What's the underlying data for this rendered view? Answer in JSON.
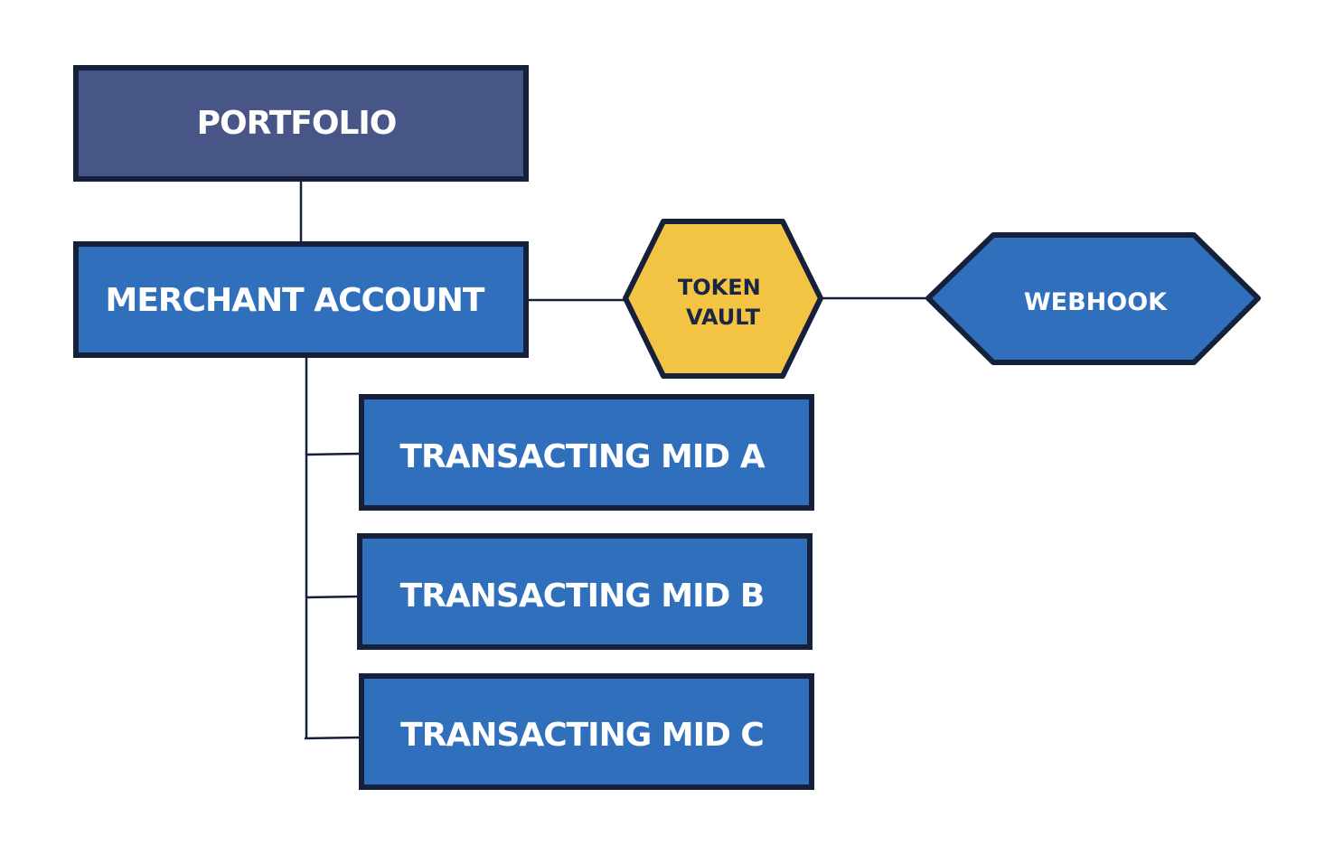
{
  "diagram": {
    "nodes": {
      "portfolio": {
        "label": "PORTFOLIO"
      },
      "merchant_account": {
        "label": "MERCHANT ACCOUNT"
      },
      "token_vault": {
        "label_line1": "TOKEN",
        "label_line2": "VAULT"
      },
      "webhook": {
        "label": "WEBHOOK"
      },
      "mid_a": {
        "label": "TRANSACTING MID A"
      },
      "mid_b": {
        "label": "TRANSACTING MID B"
      },
      "mid_c": {
        "label": "TRANSACTING MID C"
      }
    },
    "colors": {
      "portfolio_fill": "#475587",
      "node_fill": "#306fbc",
      "vault_fill": "#f3c443",
      "stroke": "#15203a",
      "label_text": "#ffffff",
      "vault_text": "#1b2642"
    }
  }
}
